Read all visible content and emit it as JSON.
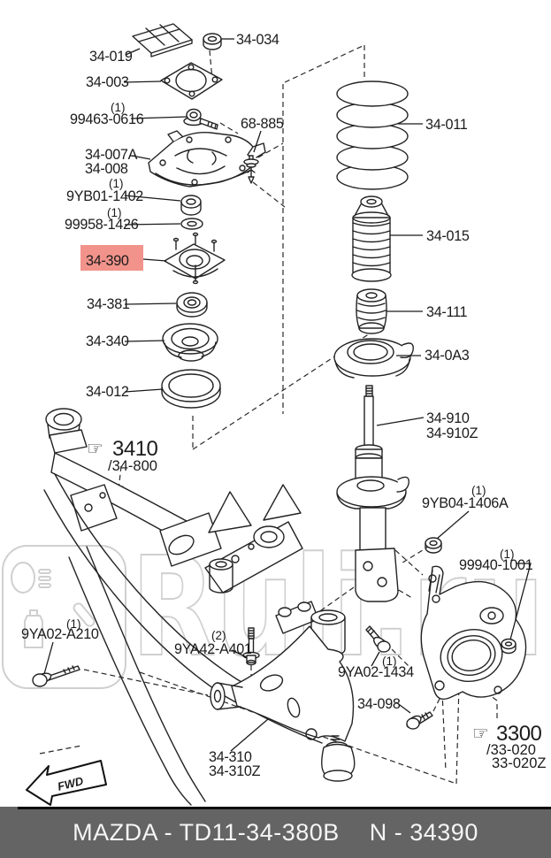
{
  "watermark": {
    "text": "Ruli.ru"
  },
  "footer": {
    "left": "MAZDA - TD11-34-380B",
    "right": "N - 34390",
    "bg": "#646464"
  },
  "highlight": {
    "bg": "#f2938b",
    "text_color": "#8b3a36"
  },
  "icons": {
    "hand": "☞",
    "fwd": "FWD"
  },
  "qty": {
    "one": "(1)",
    "two": "(2)"
  },
  "labels": {
    "p34_019": "34-019",
    "p34_034": "34-034",
    "p34_003": "34-003",
    "p99463_0616": "99463-0616",
    "p68_885": "68-885",
    "p34_007a": "34-007A",
    "p34_008": "34-008",
    "p9yb01_1402": "9YB01-1402",
    "p99958_1426": "99958-1426",
    "p34_390": "34-390",
    "p34_381": "34-381",
    "p34_340": "34-340",
    "p34_012": "34-012",
    "ref_3410": "3410",
    "ref_3410_sub": "/34-800",
    "p34_011": "34-011",
    "p34_015": "34-015",
    "p34_111": "34-111",
    "p34_0a3": "34-0A3",
    "p34_910": "34-910",
    "p34_910z": "34-910Z",
    "p9yb04_1406a": "9YB04-1406A",
    "p99940_1001": "99940-1001",
    "p9ya02_a210": "9YA02-A210",
    "p9ya42_a401": "9YA42-A401",
    "p9ya02_1434": "9YA02-1434",
    "p34_098": "34-098",
    "ref_3300": "3300",
    "ref_3300_sub1": "/33-020",
    "ref_3300_sub2": "33-020Z",
    "p34_310": "34-310",
    "p34_310z": "34-310Z"
  }
}
